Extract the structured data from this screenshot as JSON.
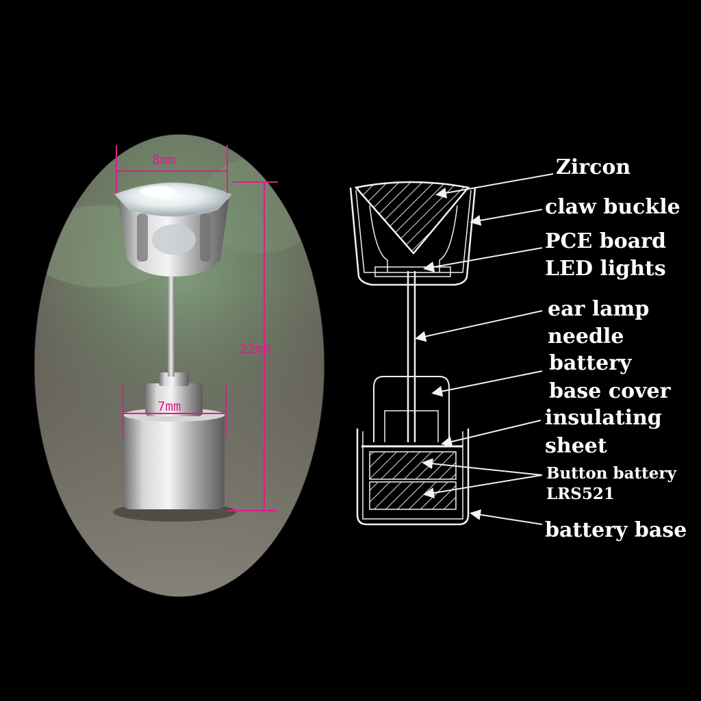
{
  "colors": {
    "background": "#000000",
    "dimension_line": "#e01c8c",
    "diagram_line": "#f2f2f2",
    "label_text": "#ffffff"
  },
  "photo": {
    "dimensions": {
      "crown_width": "8mm",
      "base_width": "7mm",
      "total_height": "22mm"
    }
  },
  "diagram": {
    "labels": {
      "zircon": "Zircon",
      "claw_buckle": "claw buckle",
      "pce_board": "PCE board",
      "led_lights": "LED lights",
      "ear_lamp": "ear lamp",
      "needle": "needle",
      "battery": "battery",
      "base_cover": "base cover",
      "insulating": "insulating",
      "sheet": "sheet",
      "button_battery": "Button battery",
      "lrs521": "LRS521",
      "battery_base": "battery base"
    }
  }
}
